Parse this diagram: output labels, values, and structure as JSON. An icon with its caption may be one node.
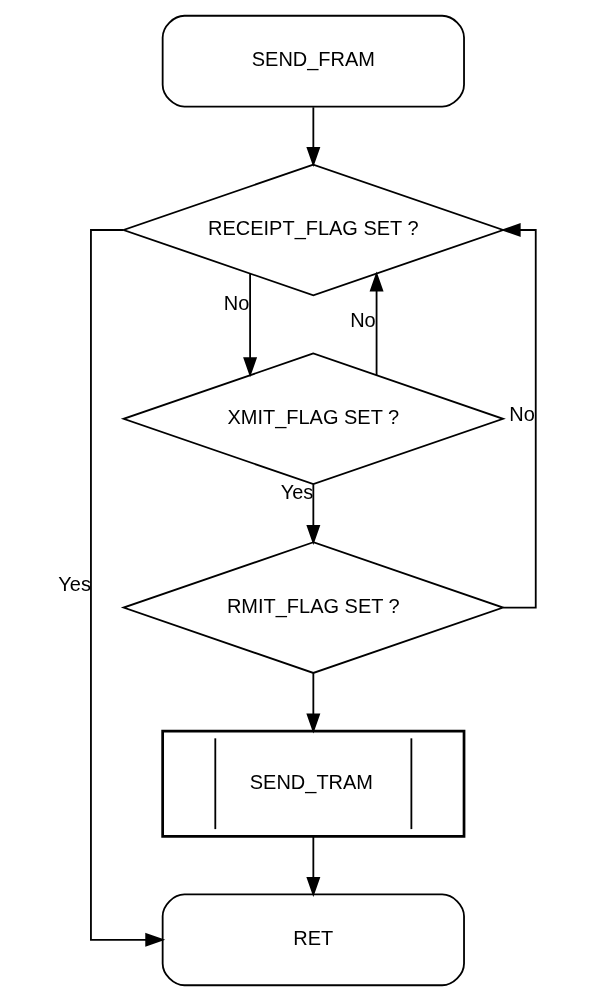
{
  "diagram": {
    "nodes": [
      {
        "text": [
          "SEND_FRAM"
        ]
      },
      {
        "text": [
          "RECEIPT_FLAG SET ?"
        ]
      },
      {
        "text": [
          "XMIT_FLAG SET ?"
        ]
      },
      {
        "text": [
          "RMIT_FLAG SET ?"
        ]
      },
      {
        "text": [
          "SEND_TRAM"
        ]
      },
      {
        "text": [
          "RET"
        ]
      }
    ],
    "edges": [
      {
        "from": 0,
        "to": 1,
        "arrow": "to"
      },
      {
        "from": 1,
        "to": 2,
        "arrow": "to",
        "label": "No"
      },
      {
        "from": 2,
        "to": 1,
        "arrow": "to",
        "label": "No"
      },
      {
        "from": 2,
        "to": 3,
        "arrow": "to",
        "label": "Yes"
      },
      {
        "from": 3,
        "to": 1,
        "arrow": "to",
        "label": "No"
      },
      {
        "from": 3,
        "to": 4,
        "arrow": "to"
      },
      {
        "from": 1,
        "to": 5,
        "arrow": "to",
        "label": "Yes"
      },
      {
        "from": 4,
        "to": 5,
        "arrow": "to"
      }
    ]
  }
}
